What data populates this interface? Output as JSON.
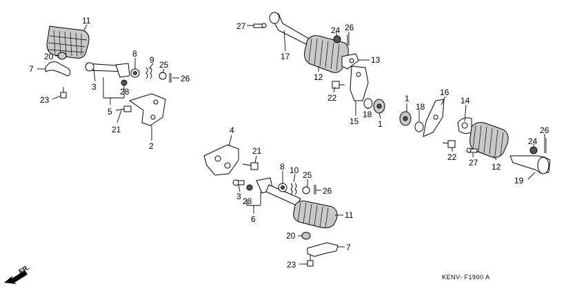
{
  "diagram": {
    "code": "KENV-  F1900 A",
    "direction_label": "FR.",
    "callouts": [
      "27",
      "17",
      "24",
      "26",
      "13",
      "12",
      "22",
      "15",
      "18",
      "1",
      "1",
      "18",
      "16",
      "14",
      "22",
      "27",
      "26",
      "24",
      "12",
      "19",
      "11",
      "20",
      "7",
      "23",
      "3",
      "28",
      "5",
      "21",
      "2",
      "8",
      "9",
      "25",
      "26",
      "4",
      "21",
      "8",
      "10",
      "25",
      "26",
      "3",
      "28",
      "6",
      "11",
      "20",
      "7",
      "23"
    ]
  }
}
